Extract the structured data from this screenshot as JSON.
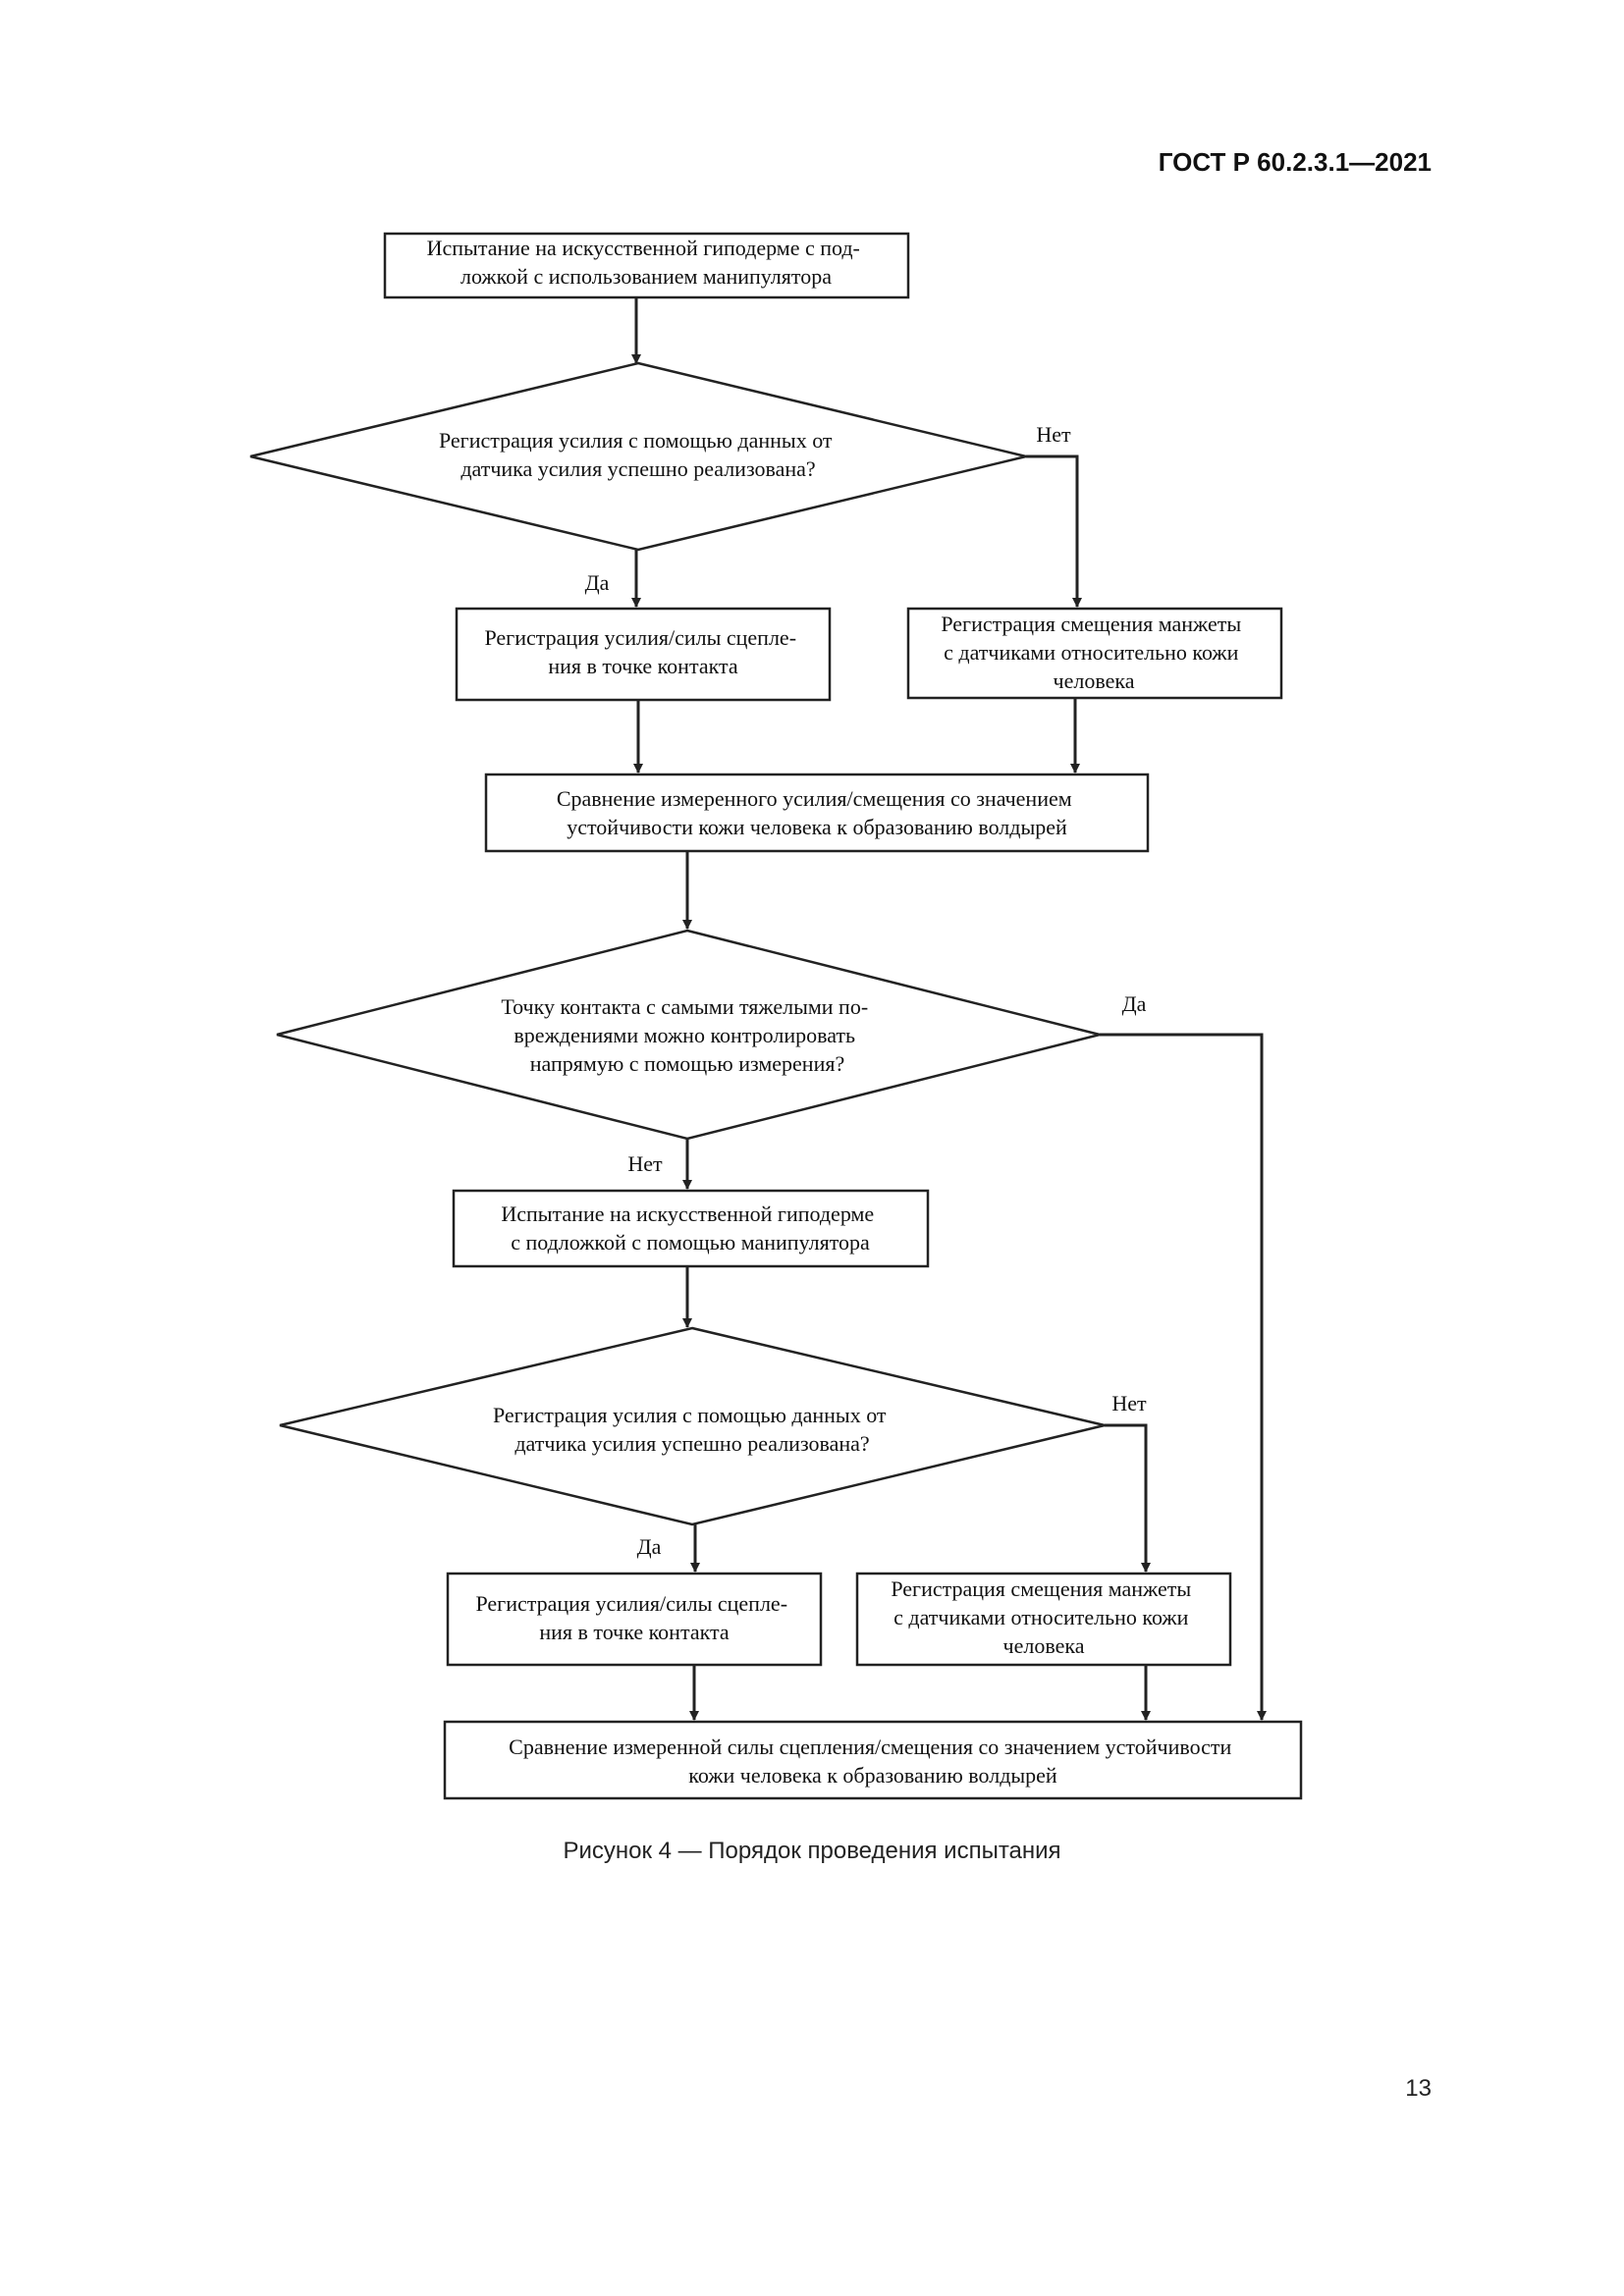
{
  "header": {
    "doc_id": "ГОСТ Р 60.2.3.1—2021"
  },
  "flowchart": {
    "n1": [
      "Испытание на искусственной гиподерме с под-",
      "ложкой с использованием манипулятора"
    ],
    "d1": [
      "Регистрация усилия с помощью данных от",
      "датчика усилия успешно реализована?"
    ],
    "n2": [
      "Регистрация усилия/силы сцепле-",
      "ния в точке контакта"
    ],
    "n3": [
      "Регистрация смещения манжеты",
      "с датчиками относительно кожи",
      "человека"
    ],
    "n4": [
      "Сравнение измеренного усилия/смещения со значением",
      "устойчивости кожи человека к образованию волдырей"
    ],
    "d2": [
      "Точку контакта с самыми тяжелыми по-",
      "вреждениями можно контролировать",
      "напрямую с помощью измерения?"
    ],
    "n5": [
      "Испытание на искусственной гиподерме",
      "с подложкой с помощью манипулятора"
    ],
    "d3": [
      "Регистрация усилия с помощью данных от",
      "датчика усилия успешно реализована?"
    ],
    "n6": [
      "Регистрация усилия/силы сцепле-",
      "ния в точке контакта"
    ],
    "n7": [
      "Регистрация смещения манжеты",
      "с датчиками относительно кожи",
      "человека"
    ],
    "n8": [
      "Сравнение измеренной силы сцепления/смещения со значением устойчивости",
      "кожи человека к образованию волдырей"
    ],
    "labels": {
      "d1_yes": "Да",
      "d1_no": "Нет",
      "d2_yes": "Да",
      "d2_no": "Нет",
      "d3_yes": "Да",
      "d3_no": "Нет"
    }
  },
  "caption": "Рисунок 4 — Порядок проведения испытания",
  "page_number": "13"
}
